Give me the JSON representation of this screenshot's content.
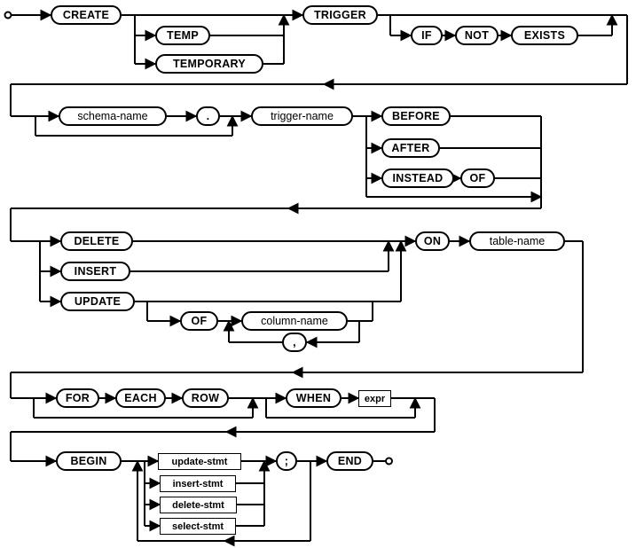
{
  "colors": {
    "line": "#000000",
    "background": "#ffffff",
    "node_fill": "#ffffff",
    "text": "#000000"
  },
  "nodes": {
    "create": "CREATE",
    "temp": "TEMP",
    "temporary": "TEMPORARY",
    "trigger": "TRIGGER",
    "if": "IF",
    "not": "NOT",
    "exists": "EXISTS",
    "schema_name": "schema-name",
    "dot": ".",
    "trigger_name": "trigger-name",
    "before": "BEFORE",
    "after": "AFTER",
    "instead": "INSTEAD",
    "of": "OF",
    "delete": "DELETE",
    "insert": "INSERT",
    "update": "UPDATE",
    "of2": "OF",
    "column_name": "column-name",
    "comma": ",",
    "on": "ON",
    "table_name": "table-name",
    "for": "FOR",
    "each": "EACH",
    "row": "ROW",
    "when": "WHEN",
    "expr": "expr",
    "begin": "BEGIN",
    "update_stmt": "update-stmt",
    "insert_stmt": "insert-stmt",
    "delete_stmt": "delete-stmt",
    "select_stmt": "select-stmt",
    "semicolon": ";",
    "end": "END"
  }
}
